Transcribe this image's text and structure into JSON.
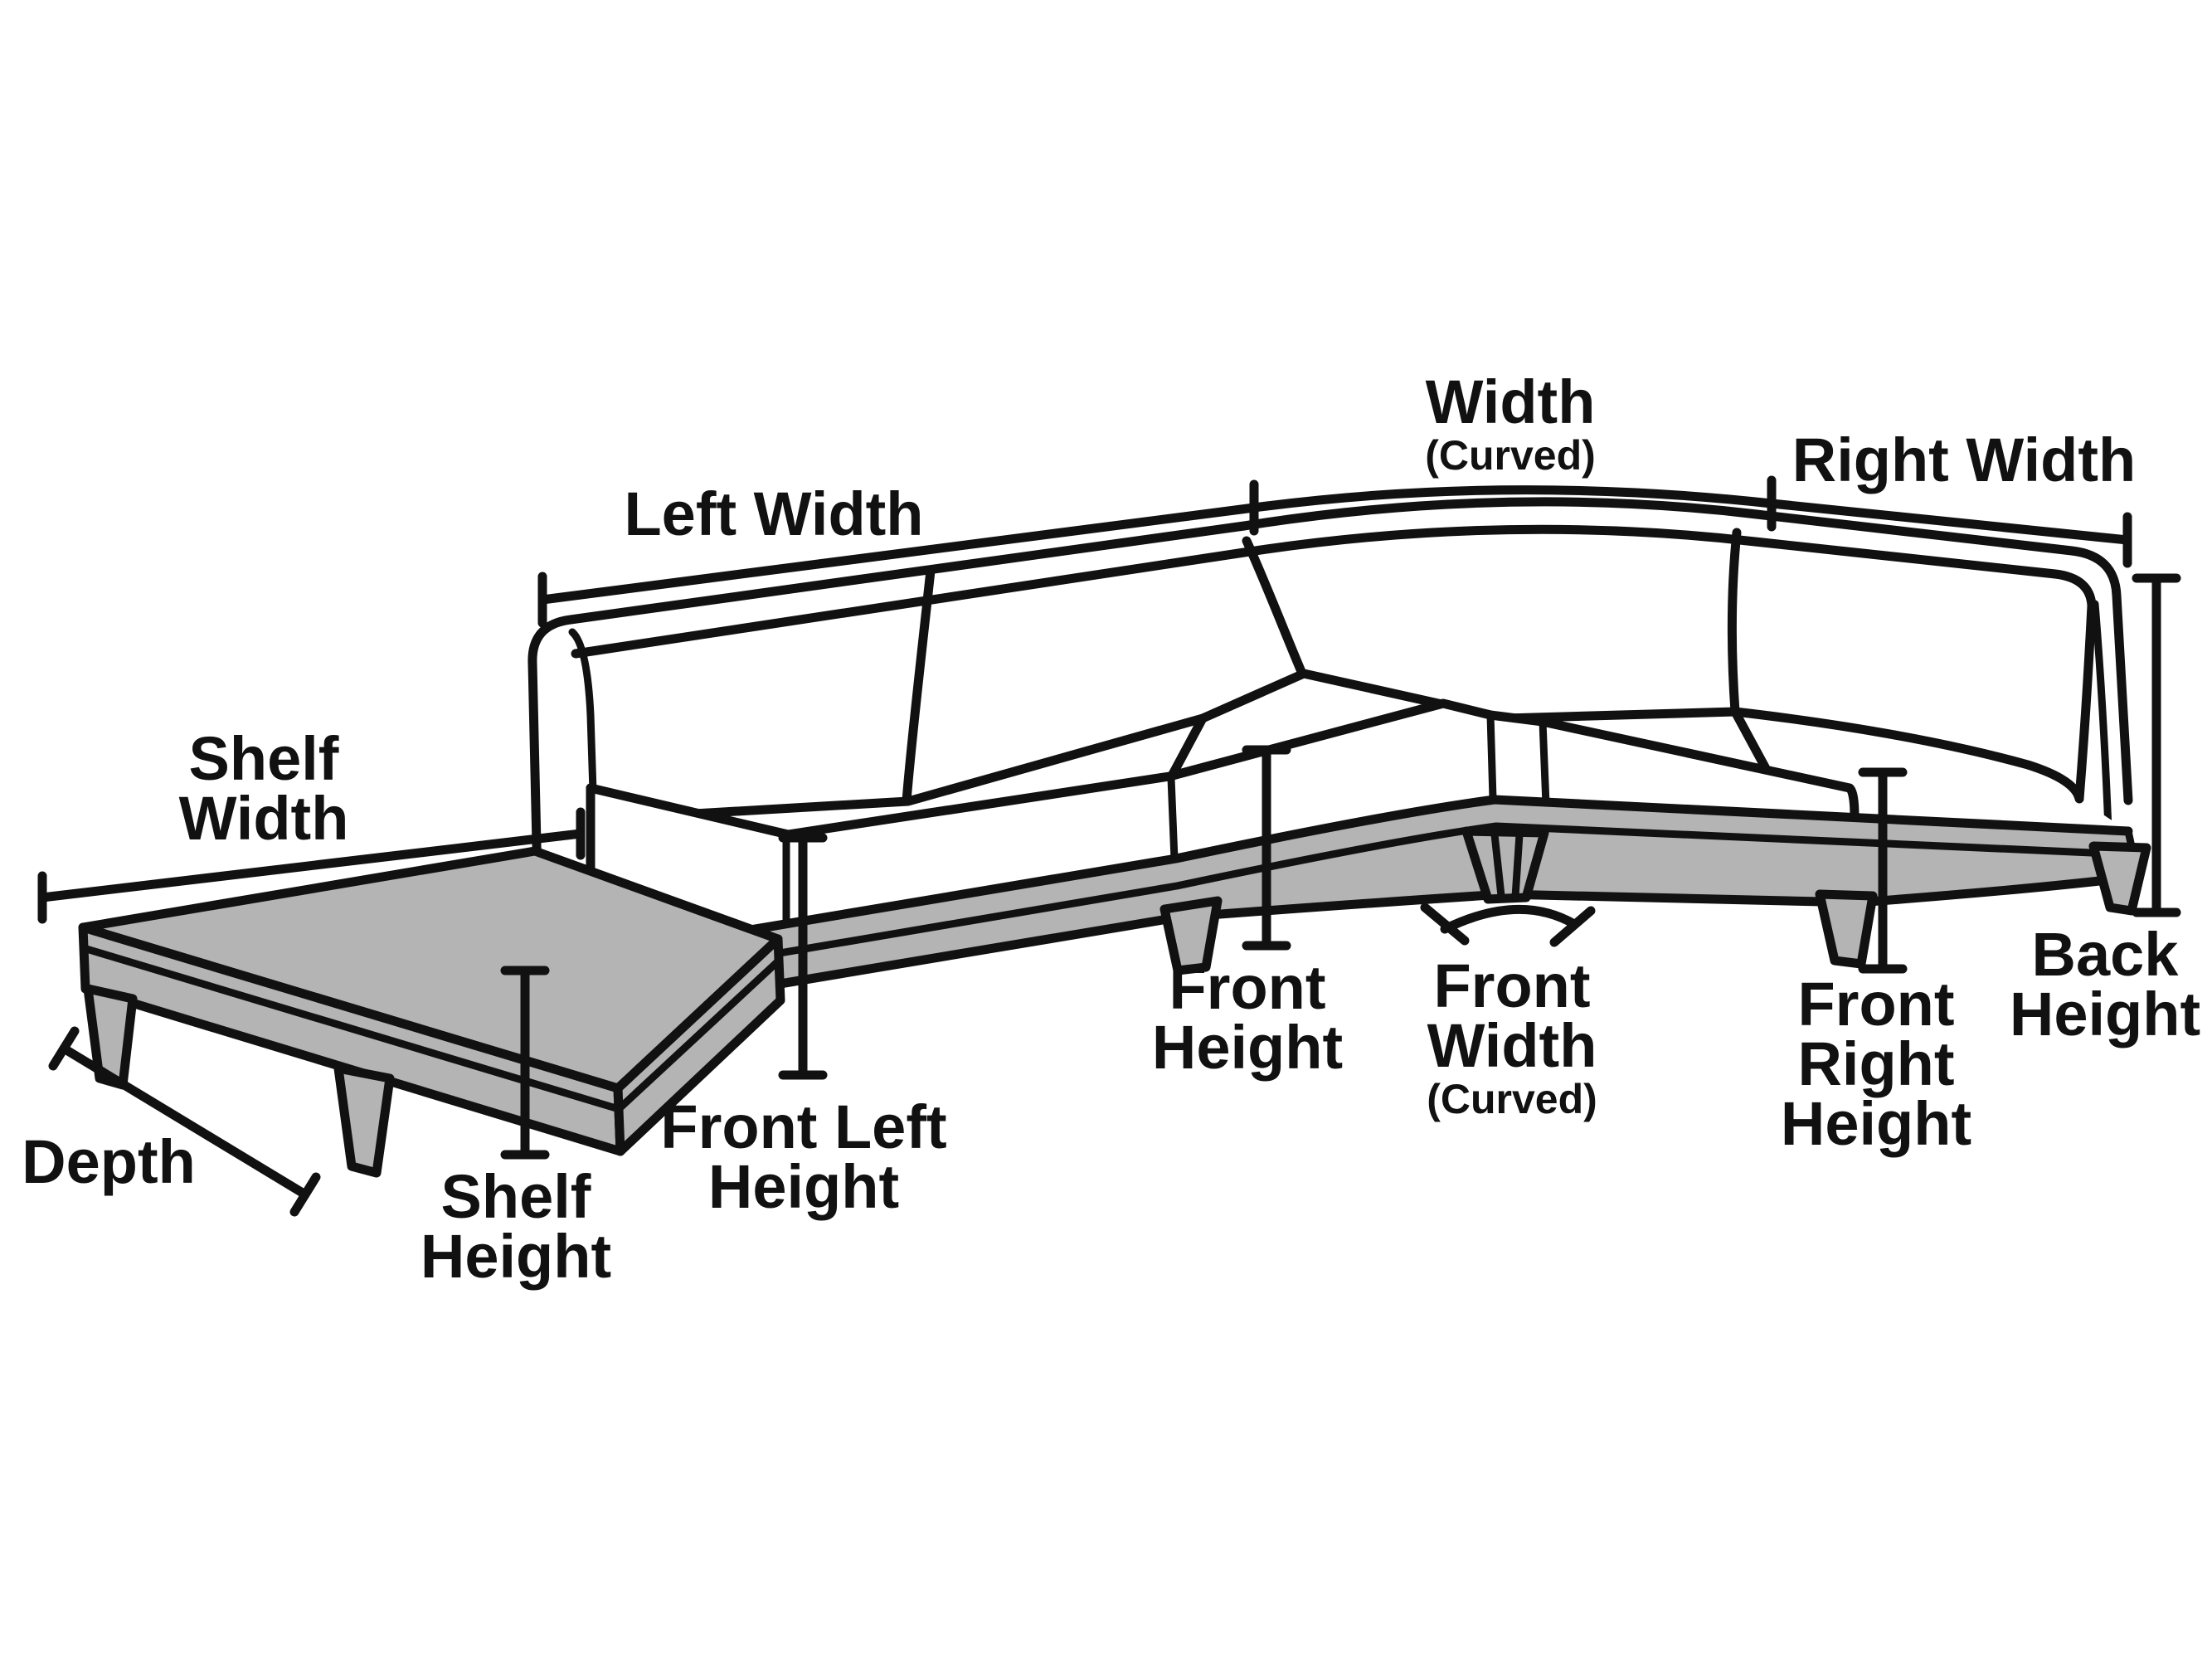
{
  "diagram": {
    "labels": {
      "left_width": {
        "text": "Left Width"
      },
      "width_curved": {
        "text": "Width",
        "qualifier": "(Curved)"
      },
      "right_width": {
        "text": "Right Width"
      },
      "shelf_width": {
        "line1": "Shelf",
        "line2": "Width"
      },
      "depth": {
        "text": "Depth"
      },
      "shelf_height": {
        "line1": "Shelf",
        "line2": "Height"
      },
      "front_left_height": {
        "line1": "Front Left",
        "line2": "Height"
      },
      "front_height": {
        "line1": "Front",
        "line2": "Height"
      },
      "front_width_curved": {
        "line1": "Front",
        "line2": "Width",
        "line3": "(Curved)"
      },
      "front_right_height": {
        "line1": "Front",
        "line2": "Right",
        "line3": "Height"
      },
      "back_height": {
        "line1": "Back",
        "line2": "Height"
      }
    },
    "colors": {
      "background": "#ffffff",
      "line": "#111111",
      "text": "#111111",
      "sofa_fill": "#ffffff",
      "shelf_fill": "#b4b4b4"
    }
  }
}
